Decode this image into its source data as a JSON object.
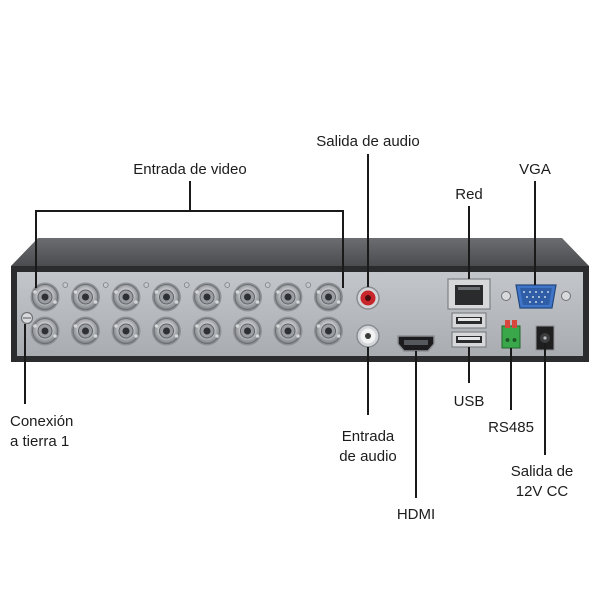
{
  "labels": {
    "video_in": "Entrada de video",
    "audio_out": "Salida de audio",
    "network": "Red",
    "vga": "VGA",
    "ground_l1": "Conexión",
    "ground_l2": "a tierra 1",
    "audio_in_l1": "Entrada",
    "audio_in_l2": "de audio",
    "hdmi": "HDMI",
    "usb": "USB",
    "rs485": "RS485",
    "power_l1": "Salida de",
    "power_l2": "12V CC"
  },
  "colors": {
    "device_top": "#5e6063",
    "device_body": "#2b2c2e",
    "panel": "#b7babf",
    "leader": "#1a1a1a",
    "rs485_block": "#3aa84a",
    "vga_port": "#3f74c9",
    "rca_red": "#c8262b",
    "rca_white": "#f2f2f2"
  },
  "ports": {
    "bnc_count": 16
  }
}
